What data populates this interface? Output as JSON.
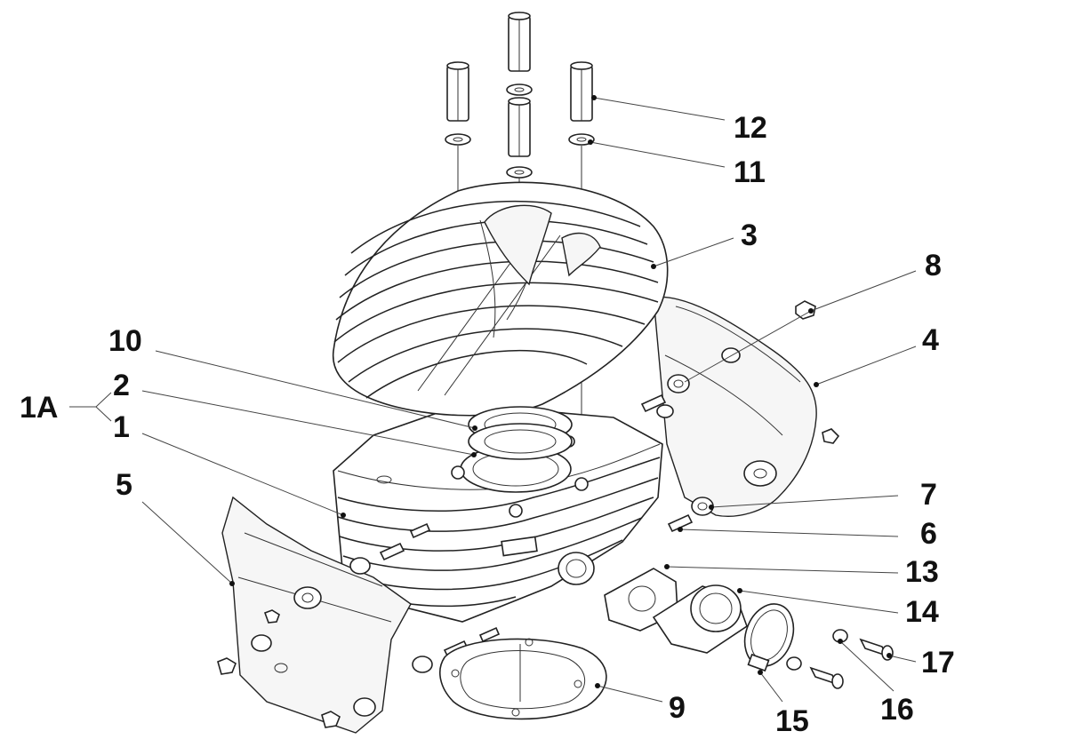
{
  "diagram": {
    "callouts": [
      {
        "id": "1A",
        "label": "1A"
      },
      {
        "id": "1",
        "label": "1"
      },
      {
        "id": "2",
        "label": "2"
      },
      {
        "id": "3",
        "label": "3"
      },
      {
        "id": "4",
        "label": "4"
      },
      {
        "id": "5",
        "label": "5"
      },
      {
        "id": "6",
        "label": "6"
      },
      {
        "id": "7",
        "label": "7"
      },
      {
        "id": "8",
        "label": "8"
      },
      {
        "id": "9",
        "label": "9"
      },
      {
        "id": "10",
        "label": "10"
      },
      {
        "id": "11",
        "label": "11"
      },
      {
        "id": "12",
        "label": "12"
      },
      {
        "id": "13",
        "label": "13"
      },
      {
        "id": "14",
        "label": "14"
      },
      {
        "id": "15",
        "label": "15"
      },
      {
        "id": "16",
        "label": "16"
      },
      {
        "id": "17",
        "label": "17"
      }
    ]
  }
}
